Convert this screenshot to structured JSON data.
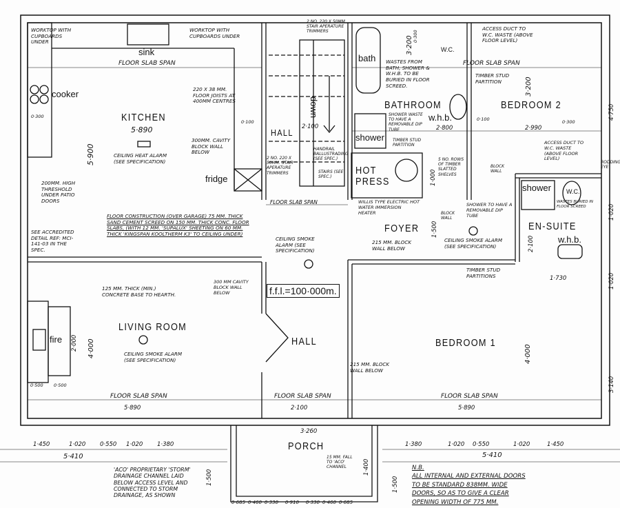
{
  "rooms": {
    "kitchen": "KITCHEN",
    "hall_upper": "HALL",
    "bathroom": "BATHROOM",
    "bedroom2": "BEDROOM 2",
    "hot_press_1": "HOT",
    "hot_press_2": "PRESS",
    "foyer": "FOYER",
    "en_suite": "EN-SUITE",
    "living_room": "LIVING ROOM",
    "hall_lower": "HALL",
    "bedroom1": "BEDROOM 1",
    "porch": "PORCH"
  },
  "fixtures": {
    "sink": "sink",
    "cooker": "cooker",
    "fridge": "fridge",
    "bath": "bath",
    "down": "down",
    "shower_bath": "shower",
    "wc_bath": "W.C.",
    "whb_bath": "w.h.b.",
    "shower_ensuite": "shower",
    "wc_ensuite": "W.C.",
    "whb_ensuite": "w.h.b.",
    "fire": "fire"
  },
  "ffl": "f.f.l.=100·000m.",
  "floor_slab_span": [
    "FLOOR SLAB SPAN",
    "FLOOR SLAB SPAN",
    "FLOOR SLAB SPAN",
    "FLOOR SLAB SPAN",
    "FLOOR SLAB SPAN",
    "FLOOR SLAB SPAN"
  ],
  "dimensions": {
    "kitchen_width": "5·890",
    "kitchen_depth": "5·900",
    "hall_width": "2·100",
    "kitchen_0300": "0·300",
    "kitchen_0100": "0·100",
    "bath_3200": "3·200",
    "bath_0300": "0·300",
    "bed2_3200": "3·200",
    "bath_2800": "2·800",
    "bed2_0100": "0·100",
    "bed2_2990": "2·990",
    "bed2_0300": "0·300",
    "right_4750": "4·750",
    "hotpress_1000": "1·000",
    "foyer_1500": "1·500",
    "ensuite_2100": "2·100",
    "ensuite_1730": "1·730",
    "right_1020a": "1·020",
    "right_1020b": "1·020",
    "living_4000": "4·000",
    "hearth_2000": "2·000",
    "bed1_4000": "4·000",
    "right_3140": "3·140",
    "hearth_0500a": "0·500",
    "hearth_0500b": "0·500",
    "living_width": "5·890",
    "hall_lower_width": "2·100",
    "bed1_width": "5·890",
    "porch_width": "3·260",
    "porch_depth": "1·400",
    "porch_side": "1·500",
    "porch_side_r": "1·500",
    "left_row": [
      "1·450",
      "1·020",
      "0·550",
      "1·020",
      "1·380"
    ],
    "left_total": "5·410",
    "right_row": [
      "1·380",
      "1·020",
      "0·550",
      "1·020",
      "1·450"
    ],
    "right_total": "5·410",
    "porch_row": [
      "0·685",
      "0·460",
      "0·330",
      "0·910",
      "0·330",
      "0·460",
      "0·685"
    ]
  },
  "notes": [
    "Worktop with cupboards under",
    "Worktop with cupboards under",
    "2 No. 220 x 50mm stair aperature trimmers",
    "220 x 38 mm. floor joists at 400mm centres",
    "Ceiling heat alarm (see specification)",
    "300mm. cavity block wall below",
    "2 No. 220 x 50mm. stair aperature trimmers",
    "Handrail ballustrading (see spec.)",
    "Stairs (see spec.)",
    "200mm. high threshold under patio doors",
    "See accredited detail ref: MCI-141-03 in the spec.",
    "Floor construction (over garage) 75 mm. thick sand cement screed on 150 mm. thick conc. floor slabs, (with 12 mm. 'Supalux' sheeting on 60 mm. thick 'Kingspan Kooltherm K3' to ceiling under)",
    "Ceiling smoke alarm (see specification)",
    "Wastes from bath, shower & w.h.b. to be buried in floor screed.",
    "Access duct to w.c. waste (above floor level)",
    "Timber stud partition",
    "Shower waste to have a removable dip tube",
    "Timber stud partition",
    "5 No. rows of timber slatted shelves",
    "Access duct to w.c. waste (above floor level)",
    "Block wall",
    "Rodding eye",
    "Willis type electric hot water immersion heater",
    "Block wall",
    "Shower to have a removable dip tube",
    "Wastes buried in floor screed",
    "215 mm. block wall below",
    "Ceiling smoke alarm (see specification)",
    "Timber stud partitions",
    "125 mm. thick (min.) concrete base to hearth.",
    "300 mm cavity block wall below",
    "Ceiling smoke alarm (see specification)",
    "215 mm. block wall below",
    "'Aco' proprietary 'storm' drainage channel laid below access level and connected to storm drainage, as shown",
    "15 mm. fall to 'Aco' channel"
  ],
  "nb": {
    "title": "N.B.",
    "lines": [
      "All internal and external doors",
      "to be standard 838mm. wide",
      "doors, so as to give a clear",
      "opening width of 775 mm."
    ]
  }
}
